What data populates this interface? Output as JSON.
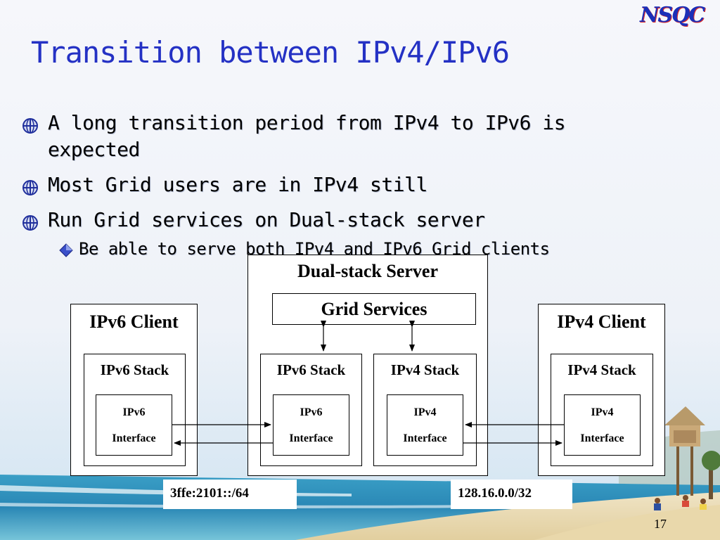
{
  "slide": {
    "logo_text": "NSQC",
    "title": "Transition between IPv4/IPv6",
    "bullets": [
      {
        "text": "A long transition period from IPv4 to IPv6 is expected"
      },
      {
        "text": "Most Grid users are in IPv4 still"
      },
      {
        "text": "Run Grid services on Dual-stack server"
      }
    ],
    "sub_bullet": "Be able to serve both IPv4 and IPv6 Grid clients",
    "page_number": "17"
  },
  "diagram": {
    "ipv6_client": {
      "title": "IPv6 Client",
      "stack": "IPv6 Stack",
      "interface_line1": "IPv6",
      "interface_line2": "Interface"
    },
    "server": {
      "title": "Dual-stack Server",
      "services": "Grid Services",
      "ipv6_stack": "IPv6 Stack",
      "ipv6_interface_line1": "IPv6",
      "ipv6_interface_line2": "Interface",
      "ipv4_stack": "IPv4 Stack",
      "ipv4_interface_line1": "IPv4",
      "ipv4_interface_line2": "Interface"
    },
    "ipv4_client": {
      "title": "IPv4 Client",
      "stack": "IPv4 Stack",
      "interface_line1": "IPv4",
      "interface_line2": "Interface"
    },
    "ipv6_network": "3ffe:2101::/64",
    "ipv4_network": "128.16.0.0/32"
  },
  "colors": {
    "title": "#2431c4",
    "logo": "#1b2fb8",
    "bullet_icon": "#1f2e9c"
  }
}
